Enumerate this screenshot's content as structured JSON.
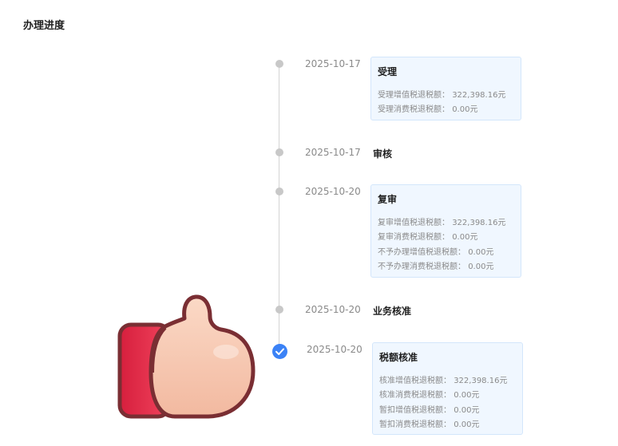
{
  "page": {
    "title": "办理进度"
  },
  "timeline": [
    {
      "date": "2025-10-17",
      "stage": "受理",
      "rows": [
        {
          "label": "受理增值税退税额：",
          "value": "322,398.16元"
        },
        {
          "label": "受理消费税退税额：",
          "value": "0.00元"
        }
      ]
    },
    {
      "date": "2025-10-17",
      "stage": "审核"
    },
    {
      "date": "2025-10-20",
      "stage": "复审",
      "rows": [
        {
          "label": "复审增值税退税额：",
          "value": "322,398.16元"
        },
        {
          "label": "复审消费税退税额：",
          "value": "0.00元"
        },
        {
          "label": "不予办理增值税退税额：",
          "value": "0.00元"
        },
        {
          "label": "不予办理消费税退税额：",
          "value": "0.00元"
        }
      ]
    },
    {
      "date": "2025-10-20",
      "stage": "业务核准"
    },
    {
      "date": "2025-10-20",
      "stage": "税额核准",
      "rows": [
        {
          "label": "核准增值税退税额：",
          "value": "322,398.16元"
        },
        {
          "label": "核准消费税退税额：",
          "value": "0.00元"
        },
        {
          "label": "暂扣增值税退税额：",
          "value": "0.00元"
        },
        {
          "label": "暂扣消费税退税额：",
          "value": "0.00元"
        }
      ]
    }
  ],
  "colors": {
    "accent": "#3b82f6",
    "card_bg": "#f0f7ff",
    "card_border": "#d3e6fb",
    "thumb_red": "#e8344f",
    "thumb_outline": "#7a2e33",
    "thumb_skin": "#f7cdb8"
  },
  "icons": {
    "current_step": "check-circle-icon",
    "sticker": "thumbs-up-icon"
  }
}
